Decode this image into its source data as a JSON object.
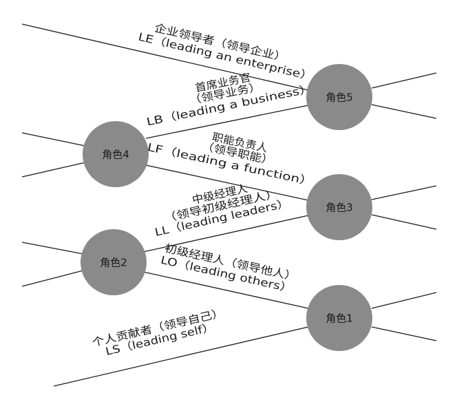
{
  "nodes": [
    {
      "id": "role5",
      "label": "角色5"
    },
    {
      "id": "role4",
      "label": "角色4"
    },
    {
      "id": "role3",
      "label": "角色3"
    },
    {
      "id": "role2",
      "label": "角色2"
    },
    {
      "id": "role1",
      "label": "角色1"
    }
  ],
  "passages": {
    "le": {
      "line1": "企业领导者（领导企业）",
      "line2": "LE（leading an enterprise）"
    },
    "lb": {
      "line1": "首席业务官",
      "line2": "（领导业务）",
      "line3": "LB（leading a business）"
    },
    "lf": {
      "line1": "职能负责人",
      "line2": "（领导职能）",
      "line3": "LF（leading a function）"
    },
    "ll": {
      "line1": "中级经理人",
      "line2": "（领导初级经理人）",
      "line3": "LL（leading leaders）"
    },
    "lo": {
      "line1": "初级经理人（领导他人）",
      "line2": "LO（leading others）"
    },
    "ls": {
      "line1": "个人贡献者（领导自己）",
      "line2": "LS（leading self）"
    }
  }
}
